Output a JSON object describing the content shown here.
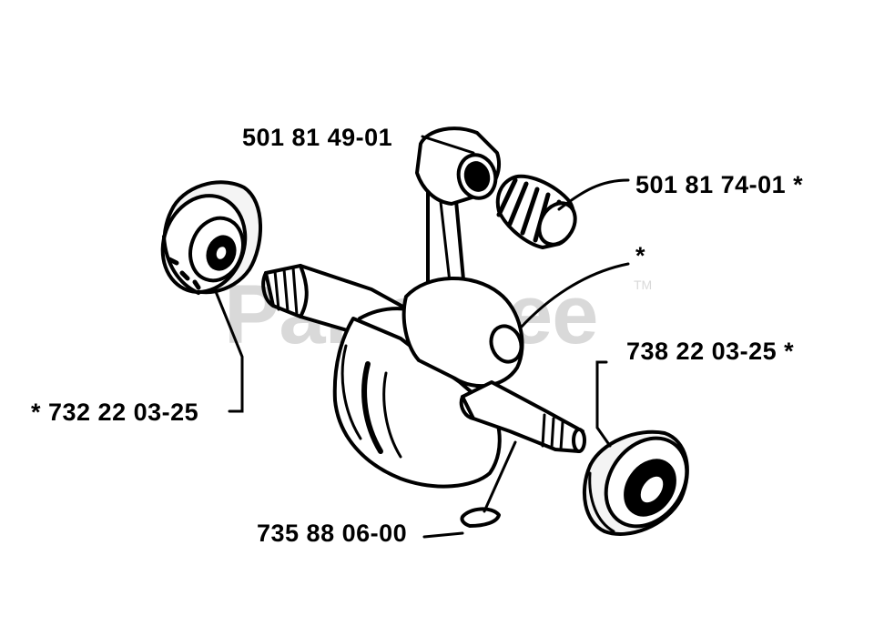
{
  "watermark": {
    "text": "PartsTree",
    "trademark": "TM"
  },
  "parts": {
    "connecting_rod": "501 81 49-01",
    "needle_bearing": "501 81 74-01  *",
    "crank_marker": "*",
    "right_ball_bearing": "738 22 03-25  *",
    "left_ball_bearing": "*  732 22 03-25",
    "woodruff_key": "735 88 06-00"
  }
}
